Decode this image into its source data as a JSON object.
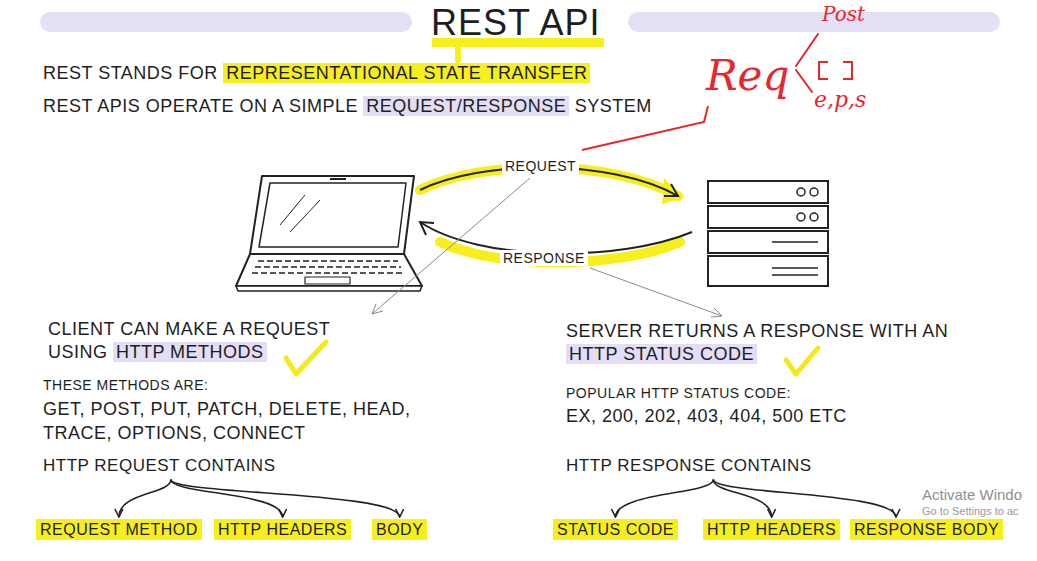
{
  "diagram": {
    "title": "REST API",
    "nodes": [
      {
        "text": [
          "HTTP REQUEST CONTAINS"
        ]
      },
      {
        "text": [
          "HTTP RESPONSE CONTAINS"
        ]
      },
      {
        "text": [
          "REQUEST METHOD"
        ]
      },
      {
        "text": [
          "HTTP HEADERS"
        ]
      },
      {
        "text": [
          "BODY"
        ]
      },
      {
        "text": [
          "STATUS CODE"
        ]
      },
      {
        "text": [
          "HTTP HEADERS"
        ]
      },
      {
        "text": [
          "RESPONSE BODY"
        ]
      }
    ],
    "edges": [
      {
        "from": 0,
        "to": 2,
        "arrow": "to"
      },
      {
        "from": 0,
        "to": 3,
        "arrow": "to"
      },
      {
        "from": 0,
        "to": 4,
        "arrow": "to"
      },
      {
        "from": 1,
        "to": 5,
        "arrow": "to"
      },
      {
        "from": 1,
        "to": 6,
        "arrow": "to"
      },
      {
        "from": 1,
        "to": 7,
        "arrow": "to"
      }
    ],
    "labels": [
      "REST STANDS FOR",
      "REPRESENTATIONAL STATE TRANSFER",
      "REST APIS OPERATE ON A SIMPLE",
      "REQUEST/RESPONSE",
      "SYSTEM",
      "Req",
      "Post",
      "e,p,s",
      "REQUEST",
      "RESPONSE",
      "CLIENT CAN MAKE A REQUEST",
      "USING",
      "HTTP METHODS",
      "THESE METHODS ARE:",
      "GET, POST, PUT, PATCH, DELETE, HEAD, TRACE, OPTIONS, CONNECT",
      "SERVER RETURNS A RESPONSE WITH AN",
      "HTTP STATUS CODE",
      "POPULAR HTTP STATUS CODE:",
      "EX, 200, 202, 403, 404, 500 ETC",
      "Activate Windo",
      "Go to Settings to ac"
    ]
  }
}
